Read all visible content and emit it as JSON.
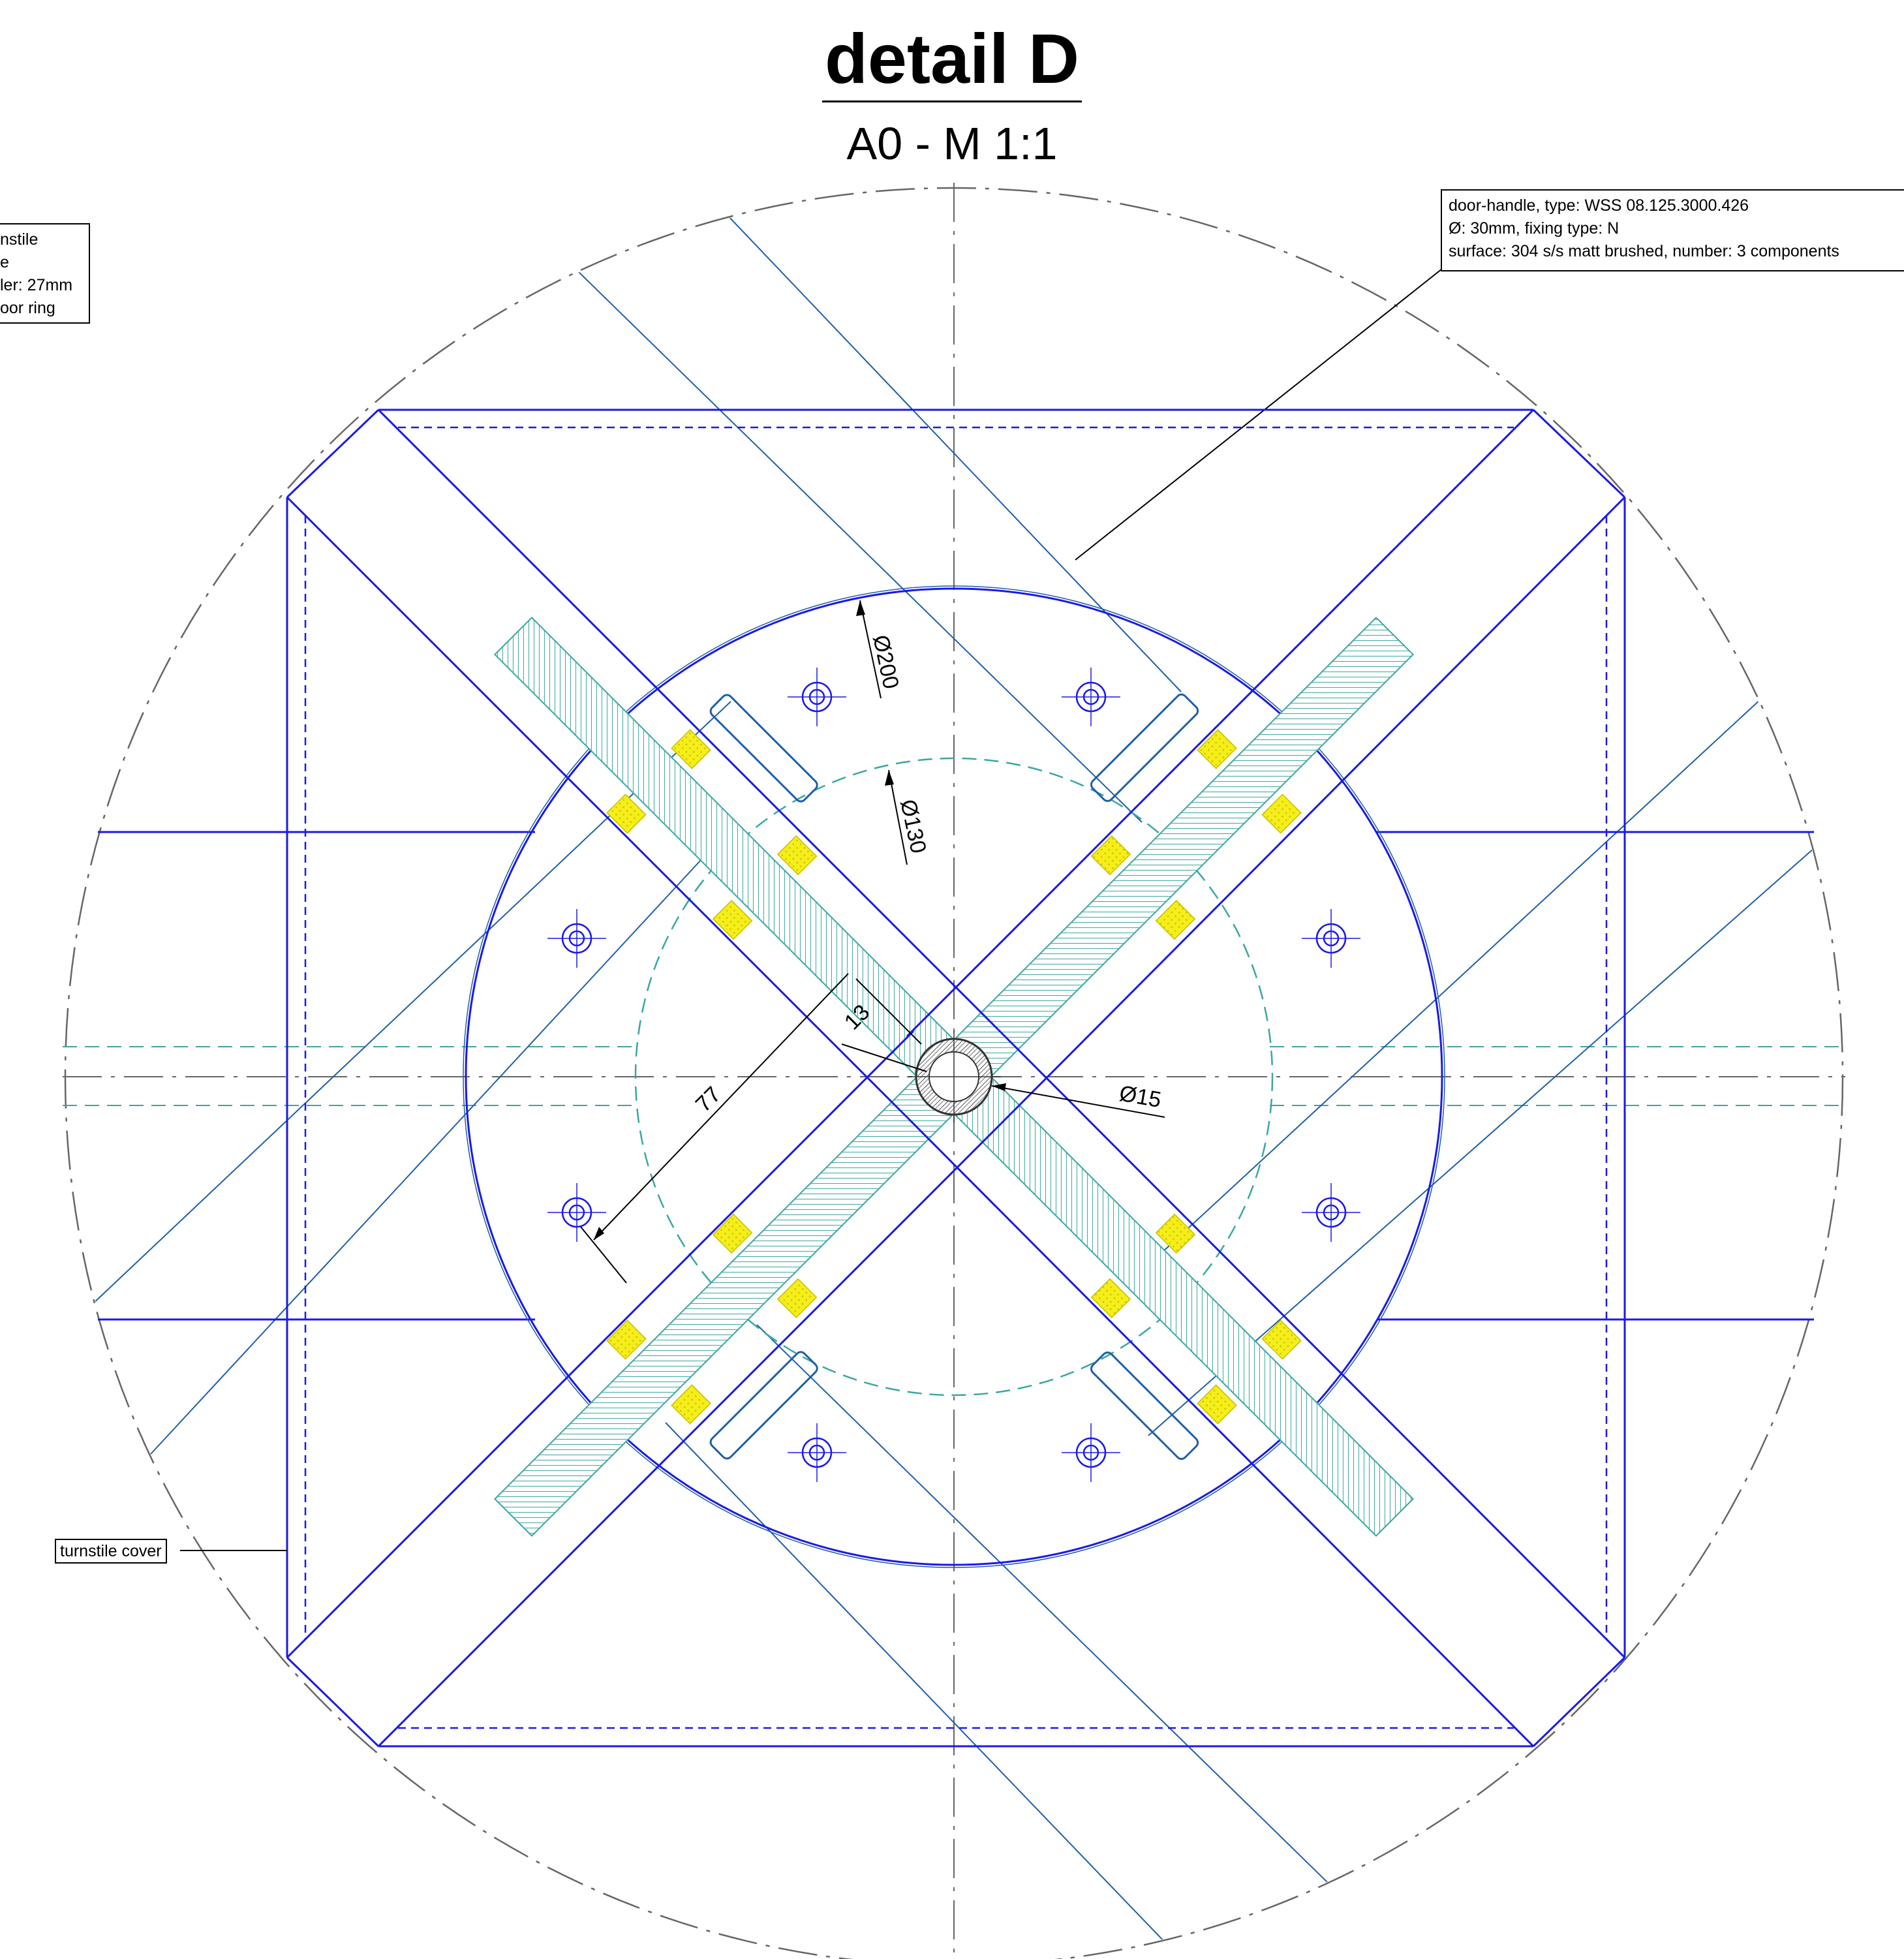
{
  "title": "detail D",
  "subtitle": "A0 - M 1:1",
  "notes": {
    "door_handle": {
      "line1": "door-handle, type: WSS 08.125.3000.426",
      "line2": "Ø: 30mm, fixing type: N",
      "line3": "surface: 304 s/s matt brushed, number: 3 components"
    },
    "left_partial": {
      "line1": "nstile",
      "line2": "e",
      "line3": "ler: 27mm",
      "line4": "oor ring"
    },
    "turnstile_cover": "turnstile cover"
  },
  "dimensions": {
    "d200": "Ø200",
    "d130": "Ø130",
    "d15": "Ø15",
    "len13": "13",
    "len77": "77"
  },
  "colors": {
    "blue": "#1a1ae6",
    "steel": "#1f5fa8",
    "teal_glass": "#3aa7a0",
    "yellow_seal": "#f5ee1a",
    "centerline": "#666666"
  }
}
